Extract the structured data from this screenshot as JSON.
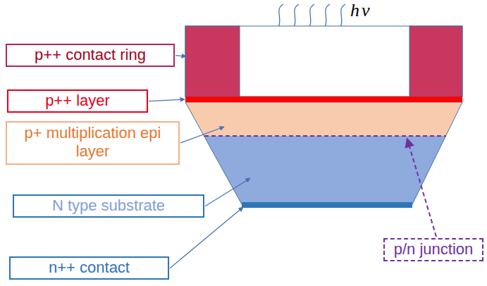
{
  "diagram": {
    "nodes": [
      {
        "text": [
          "p++ contact ring"
        ]
      },
      {
        "text": [
          "p++ layer"
        ]
      },
      {
        "text": [
          "p+ multiplication epi layer"
        ]
      },
      {
        "text": [
          "N type substrate"
        ]
      },
      {
        "text": [
          "p/n junction"
        ]
      },
      {
        "text": [
          "n++ contact"
        ]
      }
    ],
    "labels": [
      "hν"
    ]
  }
}
